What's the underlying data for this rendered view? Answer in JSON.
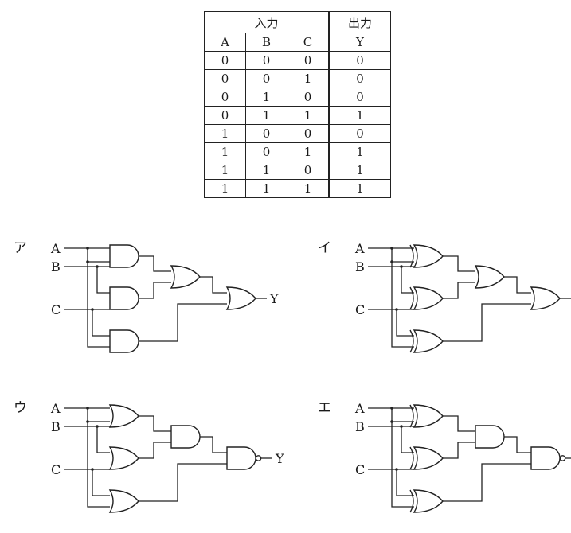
{
  "truth_table": {
    "group_headers": [
      "入力",
      "出力"
    ],
    "columns": [
      "A",
      "B",
      "C",
      "Y"
    ],
    "rows": [
      [
        "0",
        "0",
        "0",
        "0"
      ],
      [
        "0",
        "0",
        "1",
        "0"
      ],
      [
        "0",
        "1",
        "0",
        "0"
      ],
      [
        "0",
        "1",
        "1",
        "1"
      ],
      [
        "1",
        "0",
        "0",
        "0"
      ],
      [
        "1",
        "0",
        "1",
        "1"
      ],
      [
        "1",
        "1",
        "0",
        "1"
      ],
      [
        "1",
        "1",
        "1",
        "1"
      ]
    ]
  },
  "circuits": [
    {
      "option": "ア",
      "first_stage": "AND",
      "mid_gate": "OR",
      "final_gate": "OR"
    },
    {
      "option": "イ",
      "first_stage": "XOR",
      "mid_gate": "OR",
      "final_gate": "OR"
    },
    {
      "option": "ウ",
      "first_stage": "OR",
      "mid_gate": "AND",
      "final_gate": "NAND"
    },
    {
      "option": "エ",
      "first_stage": "XOR",
      "mid_gate": "AND",
      "final_gate": "NAND"
    }
  ],
  "inputs": [
    "A",
    "B",
    "C"
  ],
  "output": "Y"
}
